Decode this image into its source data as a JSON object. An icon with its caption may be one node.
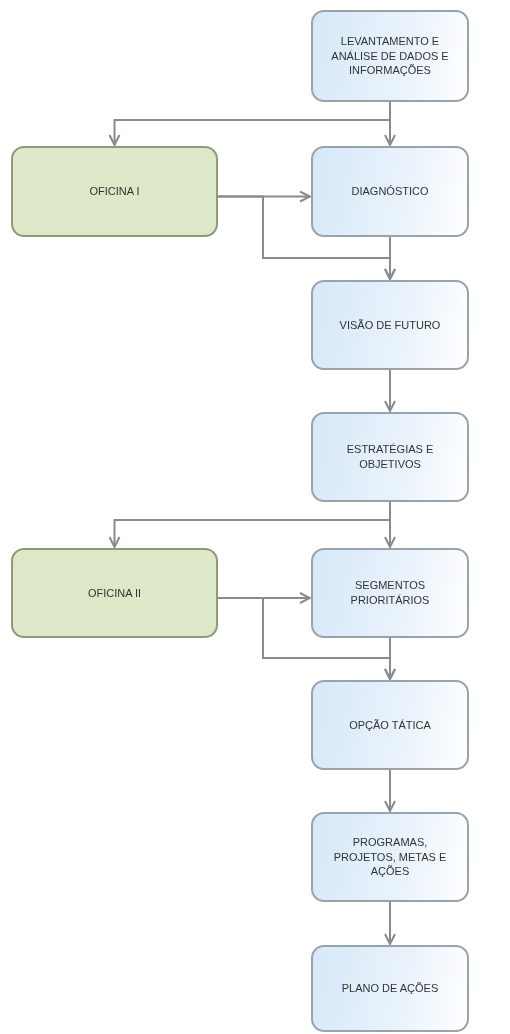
{
  "diagram": {
    "nodes": [
      {
        "text": [
          "LEVANTAMENTO E ANÁLISE DE DADOS E INFORMAÇÕES"
        ]
      },
      {
        "text": [
          "OFICINA I"
        ]
      },
      {
        "text": [
          "DIAGNÓSTICO"
        ]
      },
      {
        "text": [
          "VISÃO DE FUTURO"
        ]
      },
      {
        "text": [
          "ESTRATÉGIAS E OBJETIVOS"
        ]
      },
      {
        "text": [
          "OFICINA II"
        ]
      },
      {
        "text": [
          "SEGMENTOS PRIORITÁRIOS"
        ]
      },
      {
        "text": [
          "OPÇÃO TÁTICA"
        ]
      },
      {
        "text": [
          "PROGRAMAS, PROJETOS, METAS E AÇÕES"
        ]
      },
      {
        "text": [
          "PLANO DE AÇÕES"
        ]
      }
    ],
    "edges": [
      {
        "from": 0,
        "to": 2,
        "arrow": "to"
      },
      {
        "from": 0,
        "to": 1,
        "arrow": "to"
      },
      {
        "from": 1,
        "to": 2,
        "arrow": "to"
      },
      {
        "from": 1,
        "to": 3,
        "arrow": "to"
      },
      {
        "from": 2,
        "to": 3,
        "arrow": "to"
      },
      {
        "from": 3,
        "to": 4,
        "arrow": "to"
      },
      {
        "from": 4,
        "to": 6,
        "arrow": "to"
      },
      {
        "from": 4,
        "to": 5,
        "arrow": "to"
      },
      {
        "from": 5,
        "to": 6,
        "arrow": "to"
      },
      {
        "from": 5,
        "to": 7,
        "arrow": "to"
      },
      {
        "from": 6,
        "to": 7,
        "arrow": "to"
      },
      {
        "from": 7,
        "to": 8,
        "arrow": "to"
      },
      {
        "from": 8,
        "to": 9,
        "arrow": "to"
      }
    ]
  }
}
